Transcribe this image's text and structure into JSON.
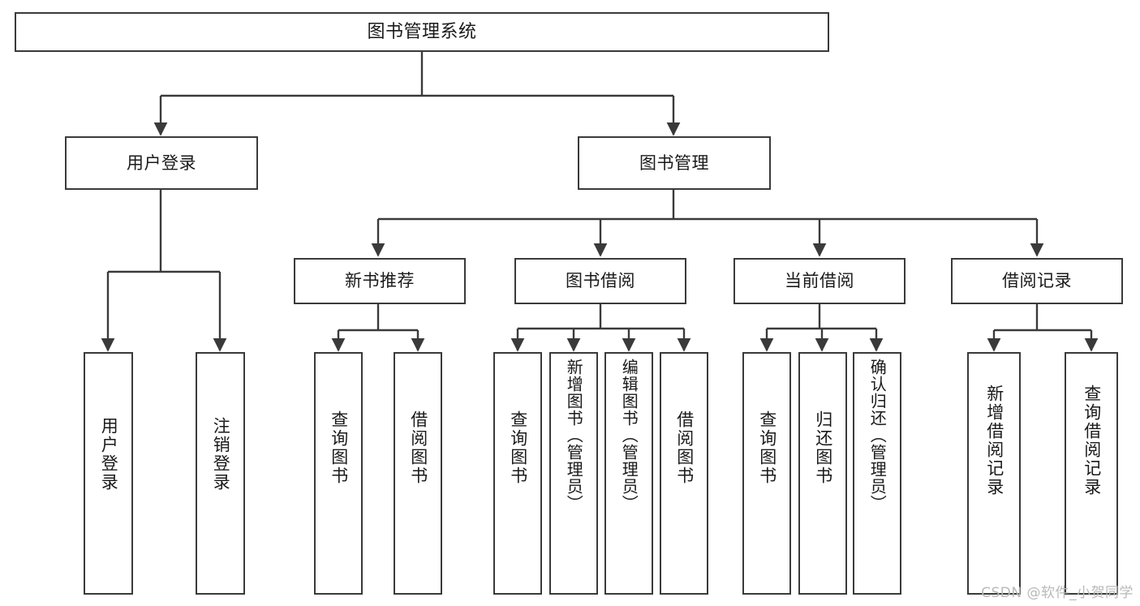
{
  "diagram": {
    "type": "tree",
    "title": "图书管理系统",
    "root": {
      "id": "root",
      "label": "图书管理系统"
    },
    "level1": [
      {
        "id": "user-login",
        "label": "用户登录"
      },
      {
        "id": "book-manage",
        "label": "图书管理"
      }
    ],
    "level2": [
      {
        "id": "new-book-recommend",
        "label": "新书推荐",
        "parent": "book-manage"
      },
      {
        "id": "book-borrow",
        "label": "图书借阅",
        "parent": "book-manage"
      },
      {
        "id": "current-borrow",
        "label": "当前借阅",
        "parent": "book-manage"
      },
      {
        "id": "borrow-record",
        "label": "借阅记录",
        "parent": "book-manage"
      }
    ],
    "leaves": [
      {
        "id": "leaf-user-login",
        "label": "用户登录",
        "parent": "user-login"
      },
      {
        "id": "leaf-logout",
        "label": "注销登录",
        "parent": "user-login"
      },
      {
        "id": "leaf-query-book-1",
        "label": "查询图书",
        "parent": "new-book-recommend"
      },
      {
        "id": "leaf-borrow-book-1",
        "label": "借阅图书",
        "parent": "new-book-recommend"
      },
      {
        "id": "leaf-query-book-2",
        "label": "查询图书",
        "parent": "book-borrow"
      },
      {
        "id": "leaf-add-book",
        "label": "新增图书（管理员）",
        "parent": "book-borrow"
      },
      {
        "id": "leaf-edit-book",
        "label": "编辑图书（管理员）",
        "parent": "book-borrow"
      },
      {
        "id": "leaf-borrow-book-2",
        "label": "借阅图书",
        "parent": "book-borrow"
      },
      {
        "id": "leaf-query-book-3",
        "label": "查询图书",
        "parent": "current-borrow"
      },
      {
        "id": "leaf-return-book",
        "label": "归还图书",
        "parent": "current-borrow"
      },
      {
        "id": "leaf-confirm-return",
        "label": "确认归还（管理员）",
        "parent": "current-borrow"
      },
      {
        "id": "leaf-add-record",
        "label": "新增借阅记录",
        "parent": "borrow-record"
      },
      {
        "id": "leaf-query-record",
        "label": "查询借阅记录",
        "parent": "borrow-record"
      }
    ],
    "colors": {
      "box_stroke": "#3a3a3a",
      "box_fill": "#ffffff",
      "connector": "#3a3a3a",
      "text": "#1a1a1a",
      "background": "#ffffff",
      "watermark": "#b9b9b9"
    }
  },
  "watermark": {
    "text": "CSDN @软件_小贺同学"
  }
}
